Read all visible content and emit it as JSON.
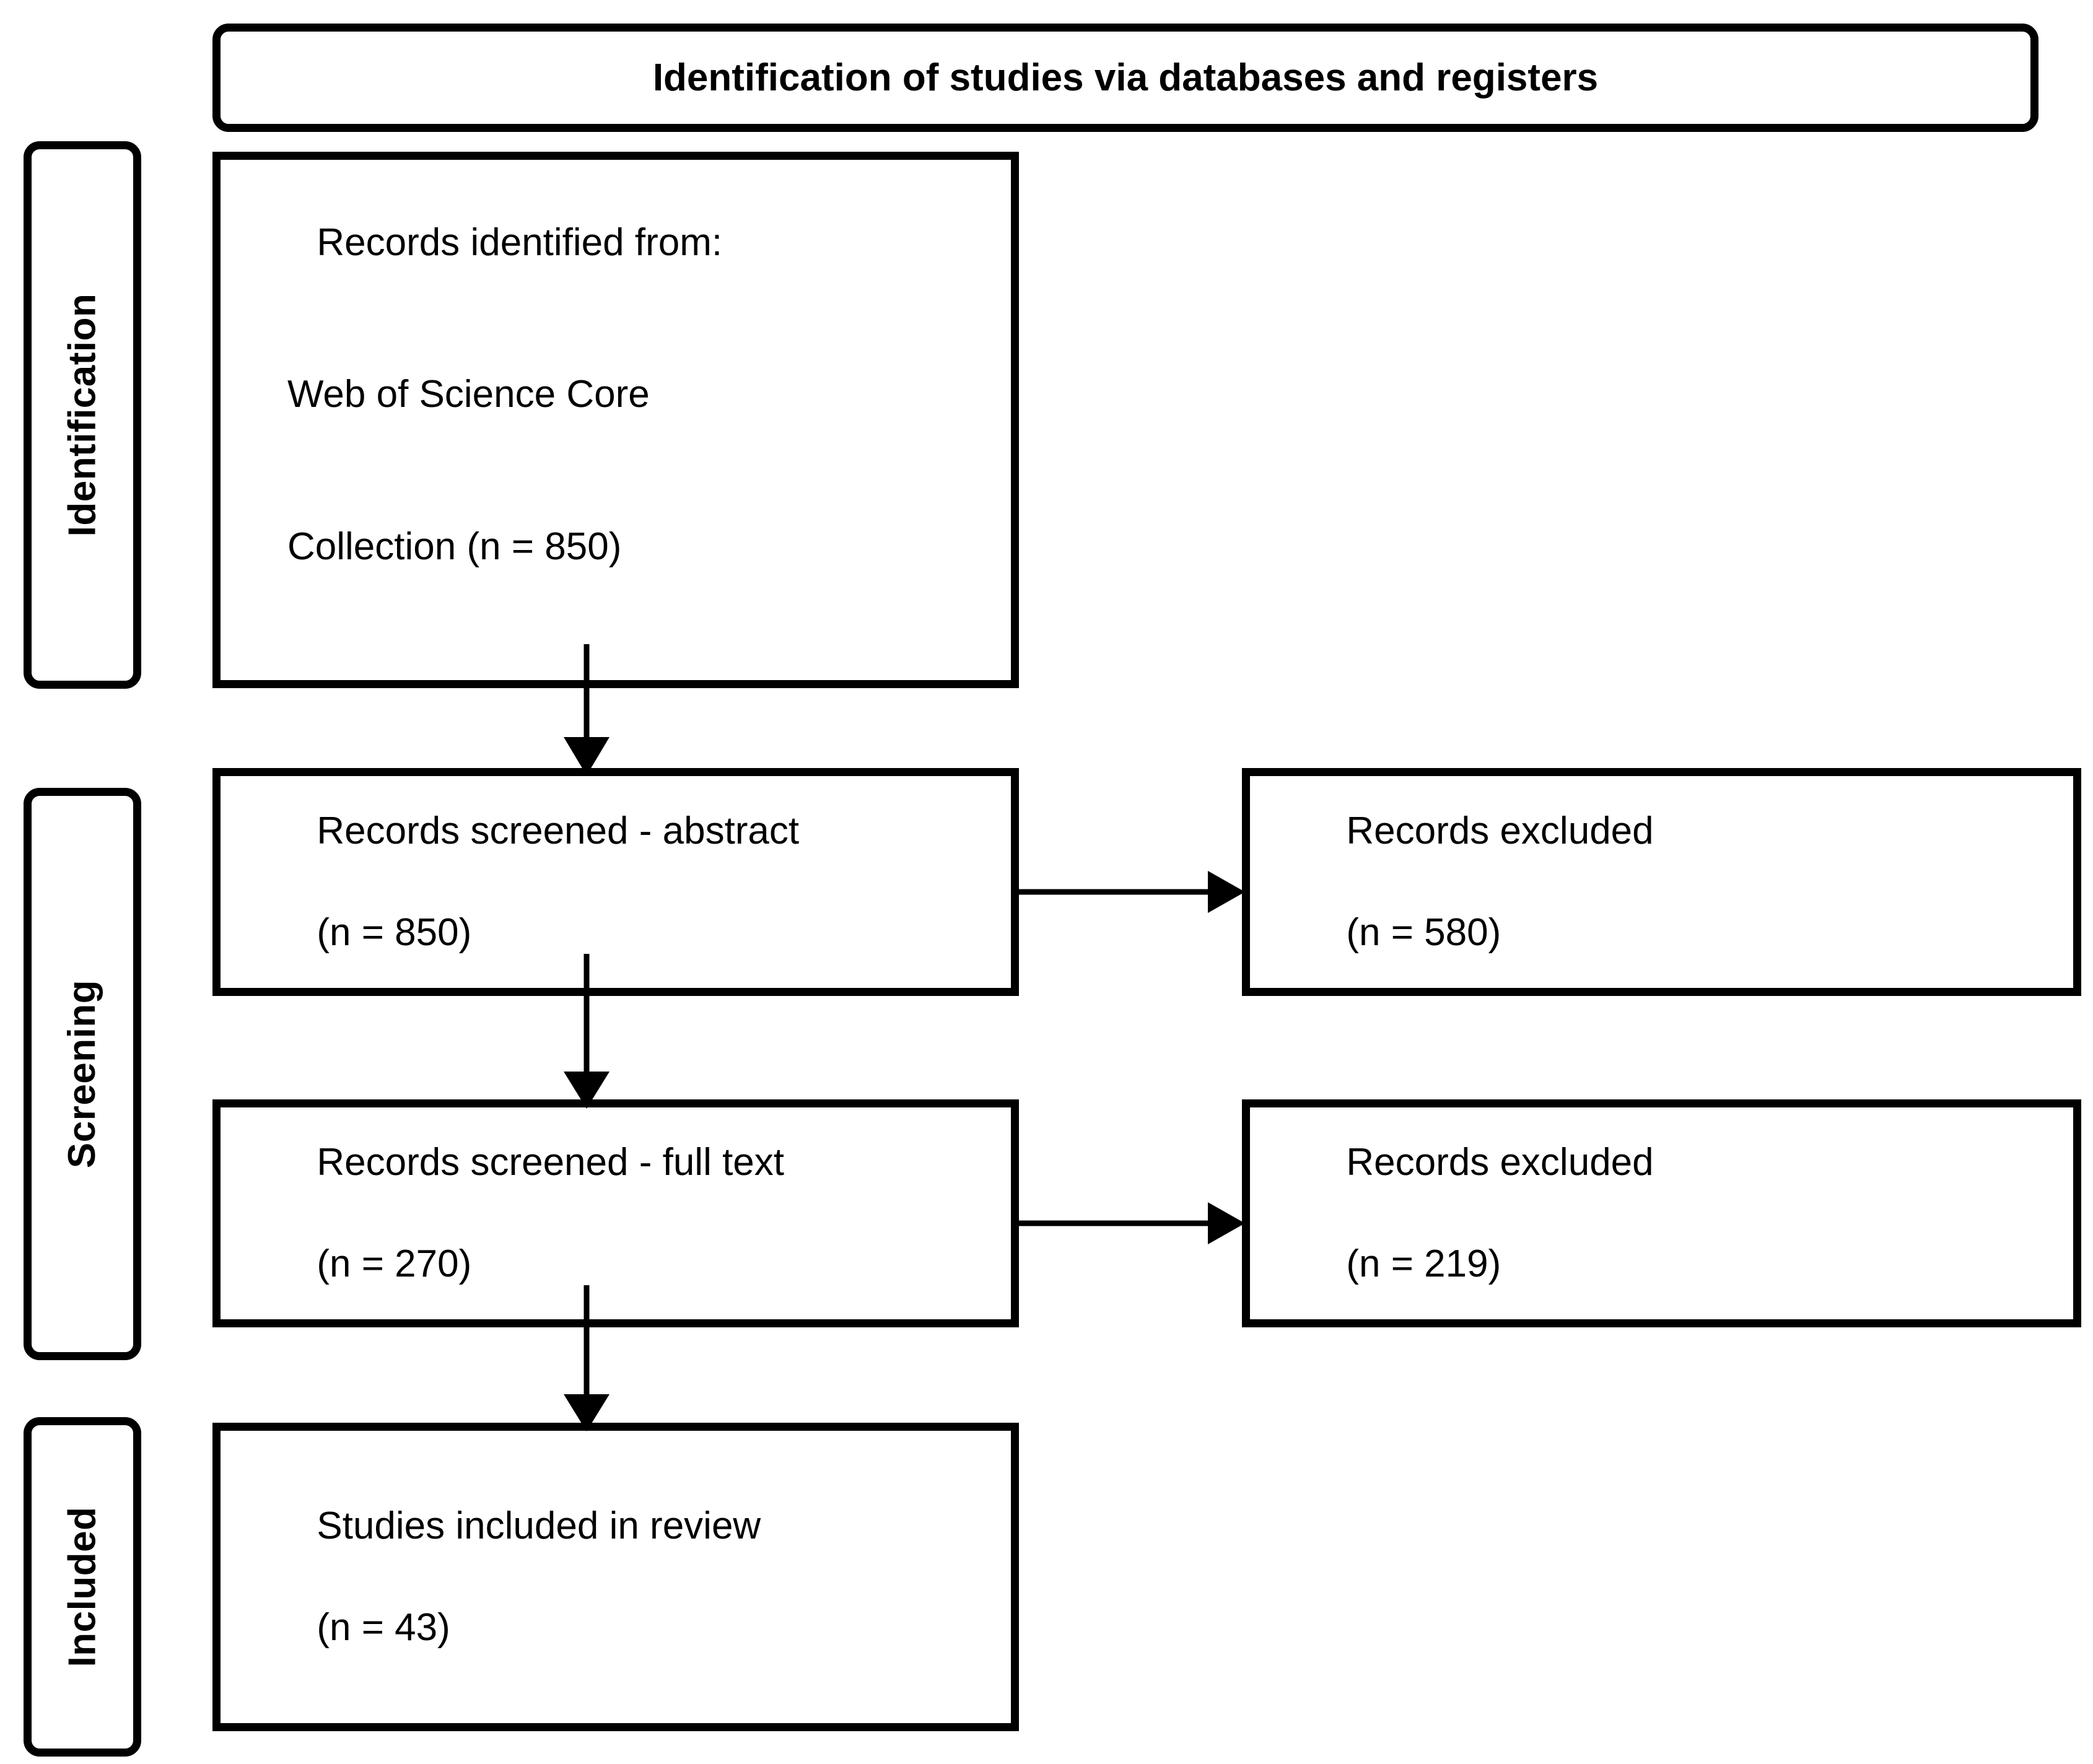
{
  "diagram": {
    "type": "prisma-flow-diagram",
    "title": "Identification of studies via databases and registers",
    "phases": [
      {
        "id": "identification",
        "label": "Identification"
      },
      {
        "id": "screening",
        "label": "Screening"
      },
      {
        "id": "included",
        "label": "Included"
      }
    ],
    "nodes": {
      "records_identified": {
        "line1": "Records identified from:",
        "line2": "Web of Science Core",
        "line3": "Collection (n = 850)",
        "count": 850,
        "source": "Web of Science Core Collection"
      },
      "screened_abstract": {
        "line1": "Records screened - abstract",
        "line2": "(n = 850)",
        "count": 850
      },
      "excluded_abstract": {
        "line1": "Records excluded",
        "line2": "(n = 580)",
        "count": 580
      },
      "screened_fulltext": {
        "line1": "Records screened - full text",
        "line2": "(n = 270)",
        "count": 270
      },
      "excluded_fulltext": {
        "line1": "Records excluded",
        "line2": "(n = 219)",
        "count": 219
      },
      "studies_included": {
        "line1": "Studies included in review",
        "line2": "(n = 43)",
        "count": 43
      }
    },
    "colors": {
      "stroke": "#000000",
      "background": "#ffffff",
      "text": "#000000"
    }
  }
}
